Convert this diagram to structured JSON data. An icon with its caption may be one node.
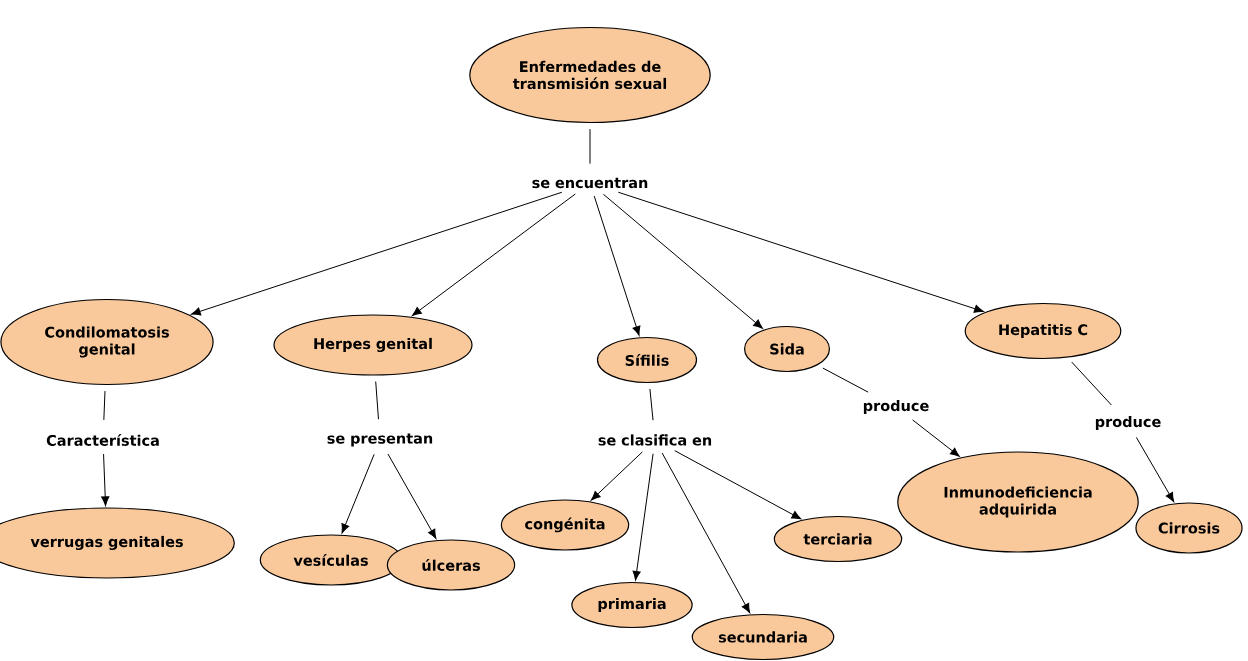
{
  "diagram": {
    "nodes": [
      {
        "text": [
          "Enfermedades de transmisión sexual"
        ]
      },
      {
        "text": [
          "se encuentran"
        ]
      },
      {
        "text": [
          "Condilomatosis genital"
        ]
      },
      {
        "text": [
          "Herpes genital"
        ]
      },
      {
        "text": [
          "Sífilis"
        ]
      },
      {
        "text": [
          "Sida"
        ]
      },
      {
        "text": [
          "Hepatitis C"
        ]
      },
      {
        "text": [
          "Característica"
        ]
      },
      {
        "text": [
          "se presentan"
        ]
      },
      {
        "text": [
          "se clasifica en"
        ]
      },
      {
        "text": [
          "produce"
        ]
      },
      {
        "text": [
          "produce"
        ]
      },
      {
        "text": [
          "verrugas genitales"
        ]
      },
      {
        "text": [
          "vesículas"
        ]
      },
      {
        "text": [
          "úlceras"
        ]
      },
      {
        "text": [
          "congénita"
        ]
      },
      {
        "text": [
          "primaria"
        ]
      },
      {
        "text": [
          "secundaria"
        ]
      },
      {
        "text": [
          "terciaria"
        ]
      },
      {
        "text": [
          "Inmunodeficiencia adquirida"
        ]
      },
      {
        "text": [
          "Cirrosis"
        ]
      }
    ],
    "edges": [
      {
        "from": 0,
        "to": 1,
        "arrow": "none"
      },
      {
        "from": 1,
        "to": 2,
        "arrow": "to"
      },
      {
        "from": 1,
        "to": 3,
        "arrow": "to"
      },
      {
        "from": 1,
        "to": 4,
        "arrow": "to"
      },
      {
        "from": 1,
        "to": 5,
        "arrow": "to"
      },
      {
        "from": 1,
        "to": 6,
        "arrow": "to"
      },
      {
        "from": 2,
        "to": 7,
        "arrow": "none"
      },
      {
        "from": 7,
        "to": 12,
        "arrow": "to"
      },
      {
        "from": 3,
        "to": 8,
        "arrow": "none"
      },
      {
        "from": 8,
        "to": 13,
        "arrow": "to"
      },
      {
        "from": 8,
        "to": 14,
        "arrow": "to"
      },
      {
        "from": 4,
        "to": 9,
        "arrow": "none"
      },
      {
        "from": 9,
        "to": 15,
        "arrow": "to"
      },
      {
        "from": 9,
        "to": 16,
        "arrow": "to"
      },
      {
        "from": 9,
        "to": 17,
        "arrow": "to"
      },
      {
        "from": 9,
        "to": 18,
        "arrow": "to"
      },
      {
        "from": 5,
        "to": 10,
        "arrow": "none"
      },
      {
        "from": 10,
        "to": 19,
        "arrow": "to"
      },
      {
        "from": 6,
        "to": 11,
        "arrow": "none"
      },
      {
        "from": 11,
        "to": 20,
        "arrow": "to"
      }
    ]
  }
}
